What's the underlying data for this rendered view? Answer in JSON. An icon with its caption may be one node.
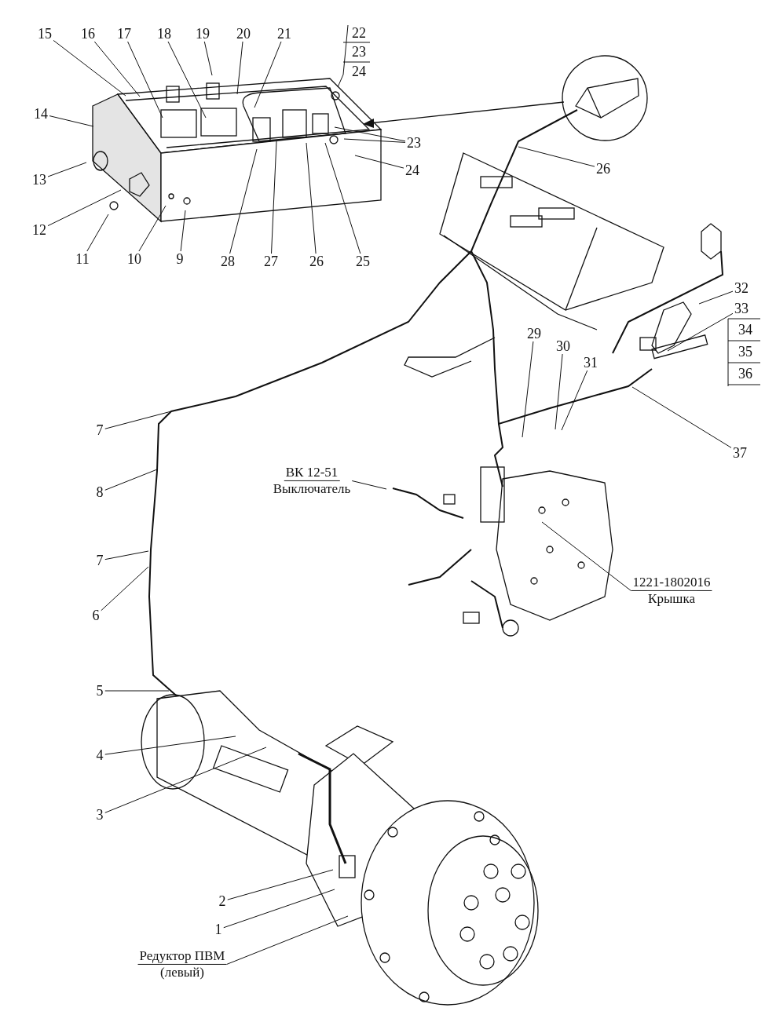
{
  "diagram": {
    "nodes": [
      {
        "text": [
          "15"
        ]
      },
      {
        "text": [
          "16"
        ]
      },
      {
        "text": [
          "17"
        ]
      },
      {
        "text": [
          "18"
        ]
      },
      {
        "text": [
          "19"
        ]
      },
      {
        "text": [
          "20"
        ]
      },
      {
        "text": [
          "21"
        ]
      },
      {
        "text": [
          "22"
        ]
      },
      {
        "text": [
          "14"
        ]
      },
      {
        "text": [
          "13"
        ]
      },
      {
        "text": [
          "12"
        ]
      },
      {
        "text": [
          "11"
        ]
      },
      {
        "text": [
          "10"
        ]
      },
      {
        "text": [
          "9"
        ]
      },
      {
        "text": [
          "28"
        ]
      },
      {
        "text": [
          "27"
        ]
      },
      {
        "text": [
          "26"
        ]
      },
      {
        "text": [
          "25"
        ]
      },
      {
        "text": [
          "23"
        ]
      },
      {
        "text": [
          "24"
        ]
      },
      {
        "text": [
          "26"
        ]
      },
      {
        "text": [
          "29"
        ]
      },
      {
        "text": [
          "30"
        ]
      },
      {
        "text": [
          "31"
        ]
      },
      {
        "text": [
          "32"
        ]
      },
      {
        "text": [
          "33"
        ]
      },
      {
        "text": [
          "37"
        ]
      },
      {
        "text": [
          "7"
        ]
      },
      {
        "text": [
          "8"
        ]
      },
      {
        "text": [
          "7"
        ]
      },
      {
        "text": [
          "6"
        ]
      },
      {
        "text": [
          "ВК 12-51",
          "Выключатель"
        ]
      },
      {
        "text": [
          "1221-1802016",
          "Крышка"
        ]
      },
      {
        "text": [
          "5"
        ]
      },
      {
        "text": [
          "4"
        ]
      },
      {
        "text": [
          "3"
        ]
      },
      {
        "text": [
          "2"
        ]
      },
      {
        "text": [
          "1"
        ]
      },
      {
        "text": [
          "Редуктор ПВМ",
          "(левый)"
        ]
      }
    ],
    "edges": [
      {
        "from": 0,
        "to": null,
        "arrow": "none"
      },
      {
        "from": 1,
        "to": null,
        "arrow": "none"
      },
      {
        "from": 2,
        "to": null,
        "arrow": "none"
      },
      {
        "from": 3,
        "to": null,
        "arrow": "none"
      },
      {
        "from": 4,
        "to": null,
        "arrow": "none"
      },
      {
        "from": 5,
        "to": null,
        "arrow": "none"
      },
      {
        "from": 6,
        "to": null,
        "arrow": "none"
      },
      {
        "from": 7,
        "to": null,
        "arrow": "none"
      },
      {
        "from": 8,
        "to": null,
        "arrow": "none"
      },
      {
        "from": 9,
        "to": null,
        "arrow": "none"
      },
      {
        "from": 10,
        "to": null,
        "arrow": "none"
      },
      {
        "from": 11,
        "to": null,
        "arrow": "none"
      },
      {
        "from": 12,
        "to": null,
        "arrow": "none"
      },
      {
        "from": 13,
        "to": null,
        "arrow": "none"
      },
      {
        "from": 14,
        "to": null,
        "arrow": "none"
      },
      {
        "from": 15,
        "to": null,
        "arrow": "none"
      },
      {
        "from": 16,
        "to": null,
        "arrow": "none"
      },
      {
        "from": 17,
        "to": null,
        "arrow": "none"
      },
      {
        "from": 18,
        "to": null,
        "arrow": "none"
      },
      {
        "from": 18,
        "to": null,
        "arrow": "none"
      },
      {
        "from": 19,
        "to": null,
        "arrow": "none"
      },
      {
        "from": 20,
        "to": null,
        "arrow": "none"
      },
      {
        "from": 21,
        "to": null,
        "arrow": "none"
      },
      {
        "from": 22,
        "to": null,
        "arrow": "none"
      },
      {
        "from": 23,
        "to": null,
        "arrow": "none"
      },
      {
        "from": 24,
        "to": null,
        "arrow": "none"
      },
      {
        "from": 25,
        "to": null,
        "arrow": "none"
      },
      {
        "from": 26,
        "to": null,
        "arrow": "none"
      },
      {
        "from": 27,
        "to": null,
        "arrow": "none"
      },
      {
        "from": 28,
        "to": null,
        "arrow": "none"
      },
      {
        "from": 29,
        "to": null,
        "arrow": "none"
      },
      {
        "from": 30,
        "to": null,
        "arrow": "none"
      },
      {
        "from": 31,
        "to": null,
        "arrow": "none"
      },
      {
        "from": 32,
        "to": null,
        "arrow": "none"
      },
      {
        "from": 33,
        "to": null,
        "arrow": "none"
      },
      {
        "from": 34,
        "to": null,
        "arrow": "none"
      },
      {
        "from": 35,
        "to": null,
        "arrow": "none"
      },
      {
        "from": 36,
        "to": null,
        "arrow": "none"
      },
      {
        "from": 37,
        "to": null,
        "arrow": "none"
      },
      {
        "from": 38,
        "to": null,
        "arrow": "none"
      }
    ],
    "labels": [
      "23",
      "24",
      "34",
      "35",
      "36"
    ]
  }
}
